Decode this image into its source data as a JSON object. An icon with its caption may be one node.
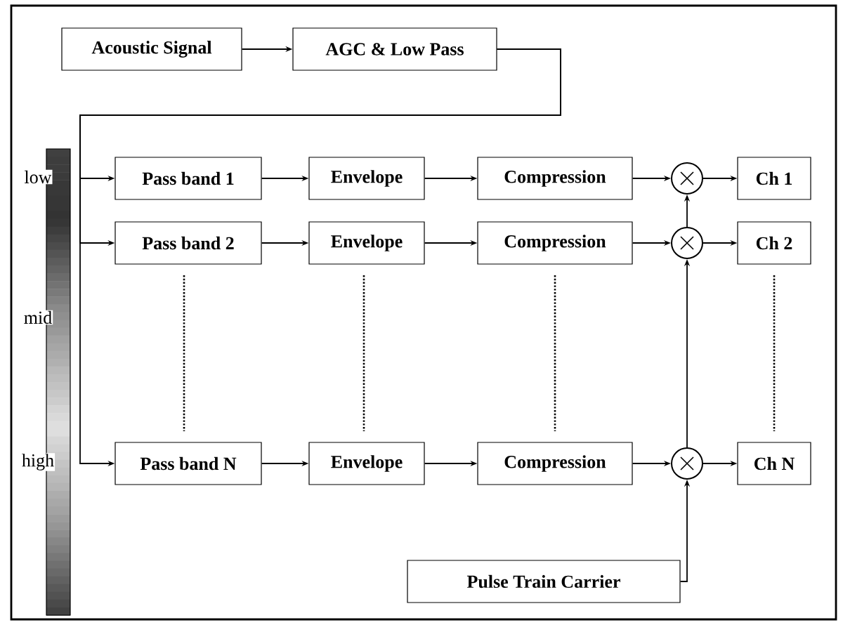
{
  "diagram": {
    "nodes": [
      {
        "text": [
          "Acoustic Signal"
        ]
      },
      {
        "text": [
          "AGC & Low Pass"
        ]
      },
      {
        "text": [
          "Pass band  1"
        ]
      },
      {
        "text": [
          "Envelope"
        ]
      },
      {
        "text": [
          "Compression"
        ]
      },
      {
        "text": [],
        "shape": "circle"
      },
      {
        "text": [
          "Ch 1"
        ]
      },
      {
        "text": [
          "Pass band  2"
        ]
      },
      {
        "text": [
          "Envelope"
        ]
      },
      {
        "text": [
          "Compression"
        ]
      },
      {
        "text": [],
        "shape": "circle"
      },
      {
        "text": [
          "Ch 2"
        ]
      },
      {
        "text": [
          "Pass band N"
        ]
      },
      {
        "text": [
          "Envelope"
        ]
      },
      {
        "text": [
          "Compression"
        ]
      },
      {
        "text": [],
        "shape": "circle"
      },
      {
        "text": [
          "Ch N"
        ]
      },
      {
        "text": [
          "Pulse Train Carrier"
        ]
      }
    ],
    "edges": [
      {
        "from": 0,
        "to": 1,
        "arrow": "to"
      },
      {
        "from": 1,
        "to": 2,
        "arrow": "to"
      },
      {
        "from": 1,
        "to": 7,
        "arrow": "to"
      },
      {
        "from": 1,
        "to": 12,
        "arrow": "to"
      },
      {
        "from": 2,
        "to": 3,
        "arrow": "to"
      },
      {
        "from": 3,
        "to": 4,
        "arrow": "to"
      },
      {
        "from": 4,
        "to": 5,
        "arrow": "to"
      },
      {
        "from": 5,
        "to": 6,
        "arrow": "to"
      },
      {
        "from": 7,
        "to": 8,
        "arrow": "to"
      },
      {
        "from": 8,
        "to": 9,
        "arrow": "to"
      },
      {
        "from": 9,
        "to": 10,
        "arrow": "to"
      },
      {
        "from": 10,
        "to": 11,
        "arrow": "to"
      },
      {
        "from": 12,
        "to": 13,
        "arrow": "to"
      },
      {
        "from": 13,
        "to": 14,
        "arrow": "to"
      },
      {
        "from": 14,
        "to": 15,
        "arrow": "to"
      },
      {
        "from": 15,
        "to": 16,
        "arrow": "to"
      },
      {
        "from": 17,
        "to": 15,
        "arrow": "to"
      },
      {
        "from": 15,
        "to": 10,
        "arrow": "to"
      },
      {
        "from": 10,
        "to": 5,
        "arrow": "to"
      }
    ],
    "labels": [
      "low",
      "mid",
      "high"
    ]
  }
}
